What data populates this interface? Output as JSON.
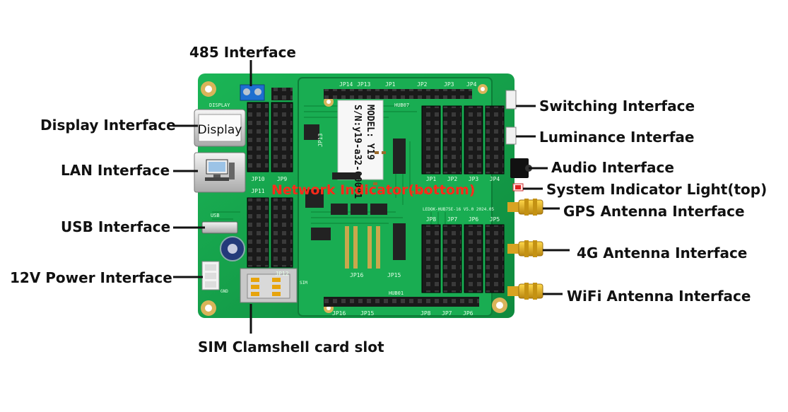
{
  "labels": {
    "rs485": "485 Interface",
    "display": "Display Interface",
    "lan": "LAN Interface",
    "usb": "USB Interface",
    "power": "12V Power Interface",
    "sim": "SIM Clamshell card slot",
    "switching": "Switching Interface",
    "luminance": "Luminance Interfae",
    "audio": "Audio Interface",
    "system_light": "System Indicator Light(top)",
    "gps": "GPS Antenna Interface",
    "lte": "4G Antenna Interface",
    "wifi": "WiFi Antenna Interface",
    "network": "Network Indicator(bottom)"
  },
  "board": {
    "display_port_text": "Display",
    "model_line": "MODEL: Y19",
    "serial_line": "S/N:y19-a32-00001",
    "silk_display": "DISPLAY",
    "silk_hub_top": "HUB07",
    "silk_hub_bottom": "HUB01",
    "silk_board": "LEDOK-HUB75E-16 V5.0 2024.05",
    "silk_usb": "USB",
    "silk_gnd": "GND",
    "silk_sim": "SIM",
    "jp_upper_left": [
      "JP10",
      "JP9"
    ],
    "jp_lower_left": [
      "JP11",
      "JP12"
    ],
    "jp_upper_right": [
      "JP4",
      "JP3",
      "JP2",
      "JP1"
    ],
    "jp_lower_right": [
      "JP8",
      "JP7",
      "JP6",
      "JP5"
    ],
    "jp_top_edge": [
      "JP13",
      "JP14",
      "JP1",
      "JP2",
      "JP3",
      "JP4"
    ],
    "jp_bottom_edge": [
      "JP16",
      "JP15",
      "JP8",
      "JP7",
      "JP6"
    ],
    "jp_misc": [
      "JP13",
      "JP16",
      "JP15",
      "JP11"
    ]
  },
  "colors": {
    "pcb": "#15a04a",
    "pcb_dark": "#0d7c37",
    "header": "#1b1b1b",
    "gold": "#e2b020",
    "network_text": "#ff2a1a"
  },
  "icons": [
    "computer-icon",
    "usb-cable-icon"
  ]
}
